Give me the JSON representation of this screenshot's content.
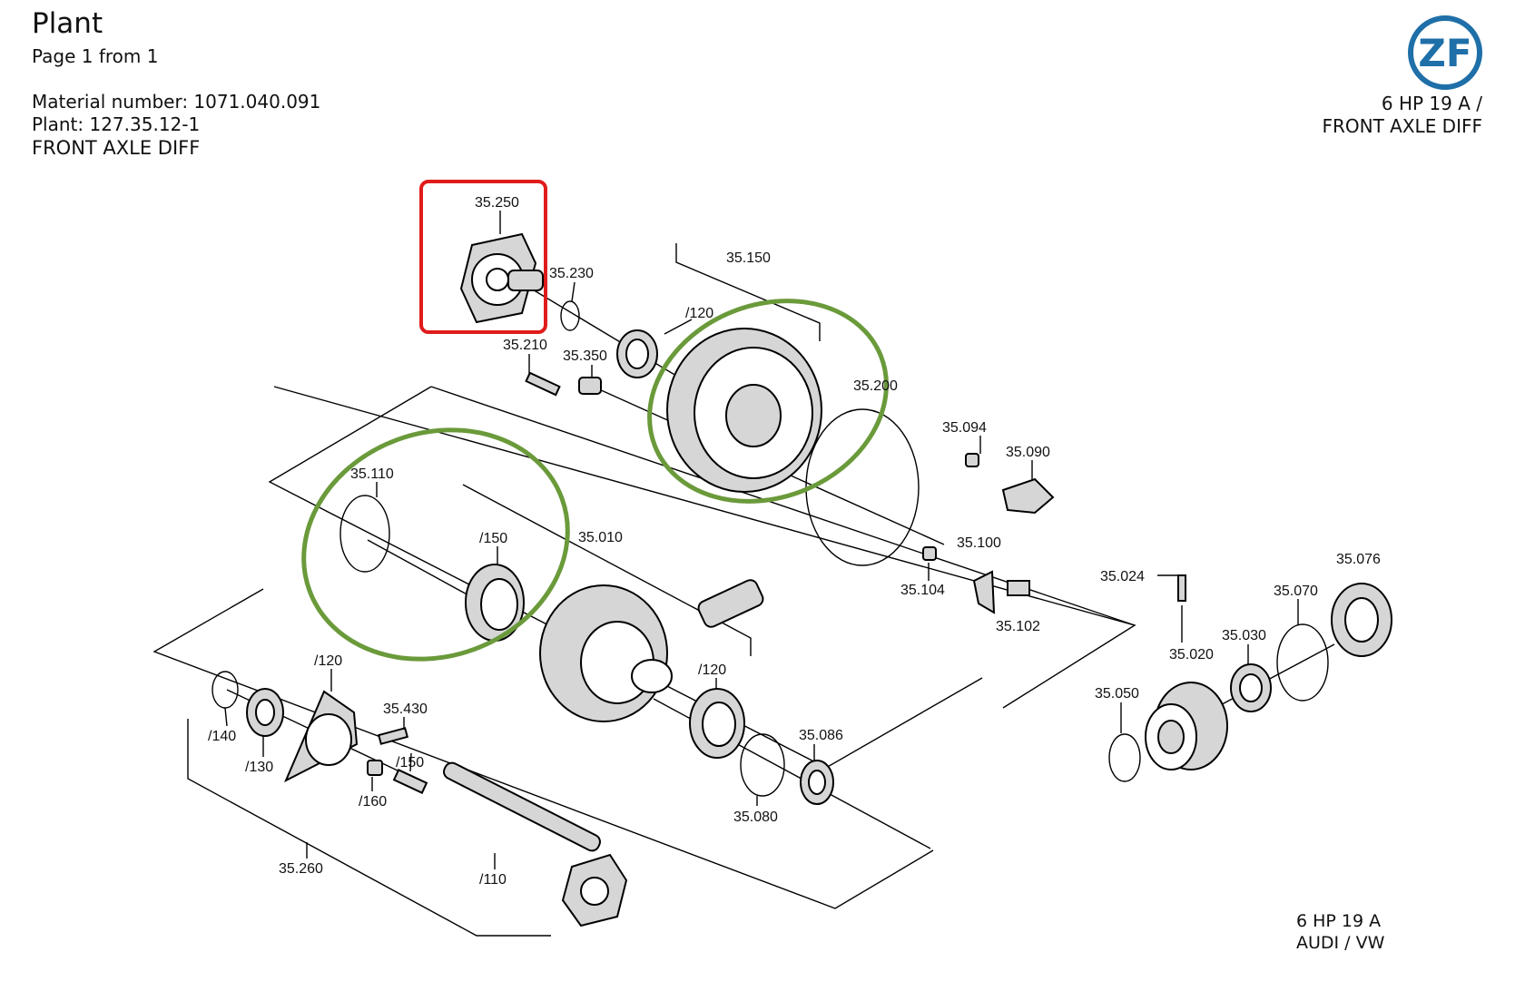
{
  "header": {
    "title": "Plant",
    "subtitle": "Page 1 from 1",
    "material_number": "Material number: 1071.040.091",
    "plant": "Plant: 127.35.12-1",
    "group": "FRONT AXLE DIFF"
  },
  "top_right": {
    "line1": "6 HP 19 A /",
    "line2": "FRONT AXLE DIFF"
  },
  "bottom_right": {
    "line1": "6 HP 19 A",
    "line2": "AUDI / VW"
  },
  "logo": {
    "text": "ZF",
    "color": "#1f6fa8"
  },
  "highlights": {
    "red": "#e01b1b",
    "green": "#6a9a3a"
  },
  "parts": {
    "p35250": "35.250",
    "p35230": "35.230",
    "p35150": "35.150",
    "p35150_120": "/120",
    "p35210": "35.210",
    "p35350": "35.350",
    "p35200": "35.200",
    "p35094": "35.094",
    "p35090": "35.090",
    "p35110": "35.110",
    "p35010": "35.010",
    "p35010_150": "/150",
    "p35100": "35.100",
    "p35104": "35.104",
    "p35102": "35.102",
    "p35024": "35.024",
    "p35076": "35.076",
    "p35070": "35.070",
    "p35030": "35.030",
    "p35020": "35.020",
    "p35050": "35.050",
    "p35010_120": "/120",
    "p35086": "35.086",
    "p35080": "35.080",
    "p35260_120": "/120",
    "p35430": "35.430",
    "p35260_140": "/140",
    "p35260_130": "/130",
    "p35260_150": "/150",
    "p35260_160": "/160",
    "p35260": "35.260",
    "p35260_110": "/110"
  }
}
